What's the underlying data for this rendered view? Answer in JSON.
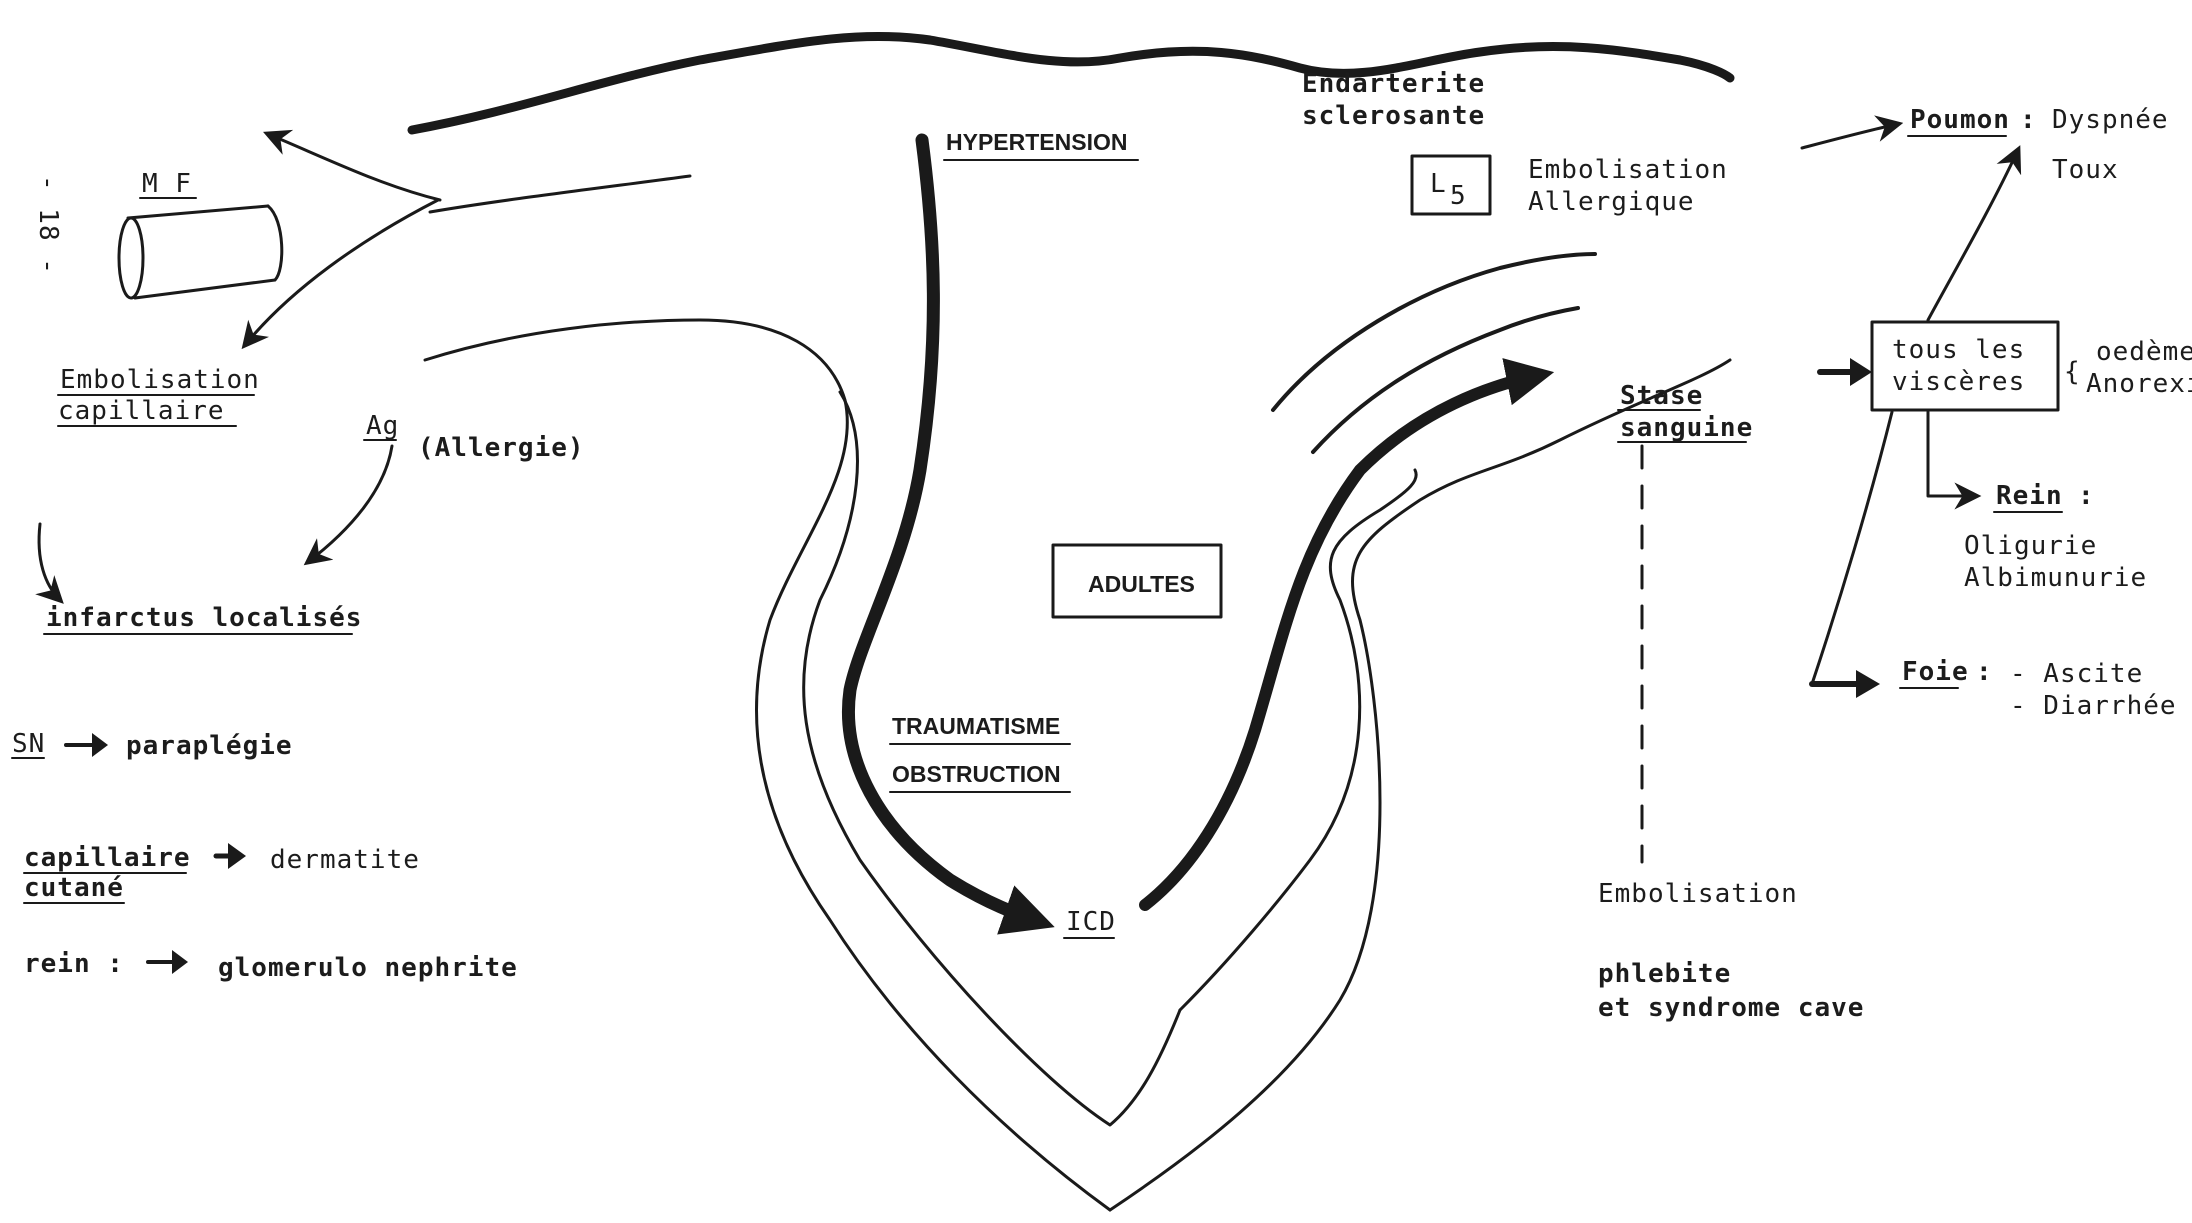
{
  "colors": {
    "ink": "#1a1a1a",
    "paper": "#ffffff"
  },
  "labels": {
    "page_number": "- 18 -",
    "mf": "M F",
    "embolisation_capillaire_1": "Embolisation",
    "embolisation_capillaire_2": "capillaire",
    "ag": "Ag",
    "allergie": "(Allergie)",
    "infarctus": "infarctus localisés",
    "sn": "SN",
    "paraplegie": "paraplégie",
    "capillaire_cutane_1": "capillaire",
    "capillaire_cutane_2": "cutané",
    "dermatite": "dermatite",
    "rein_left": "rein :",
    "glomerulo": "glomerulo nephrite",
    "hypertension": "HYPERTENSION",
    "endarterite_1": "Endarterite",
    "endarterite_2": "sclerosante",
    "l5_main": "L",
    "l5_sub": "5",
    "embolisation_allergique_1": "Embolisation",
    "embolisation_allergique_2": "Allergique",
    "adultes": "ADULTES",
    "traumatisme": "TRAUMATISME",
    "obstruction": "OBSTRUCTION",
    "icd": "ICD",
    "stase_1": "Stase",
    "stase_2": "sanguine",
    "embolisation_bottom": "Embolisation",
    "phlebite_1": "phlebite",
    "phlebite_2": "et syndrome cave",
    "poumon": "Poumon",
    "poumon_sep": ":",
    "dyspnee": "Dyspnée",
    "toux": "Toux",
    "visceres_1": "tous les",
    "visceres_2": "viscères",
    "oedeme": "oedème",
    "anorexie": "Anorexi",
    "rein_right": "Rein",
    "rein_right_sep": ":",
    "oligurie": "Oligurie",
    "albuminurie": "Albimunurie",
    "foie": "Foie",
    "foie_sep": ":",
    "ascite": "- Ascite",
    "diarrhee": "- Diarrhée"
  },
  "icons": {
    "vessel_tube": "cylinder-icon",
    "block_arrow": "bold-arrow-icon"
  }
}
